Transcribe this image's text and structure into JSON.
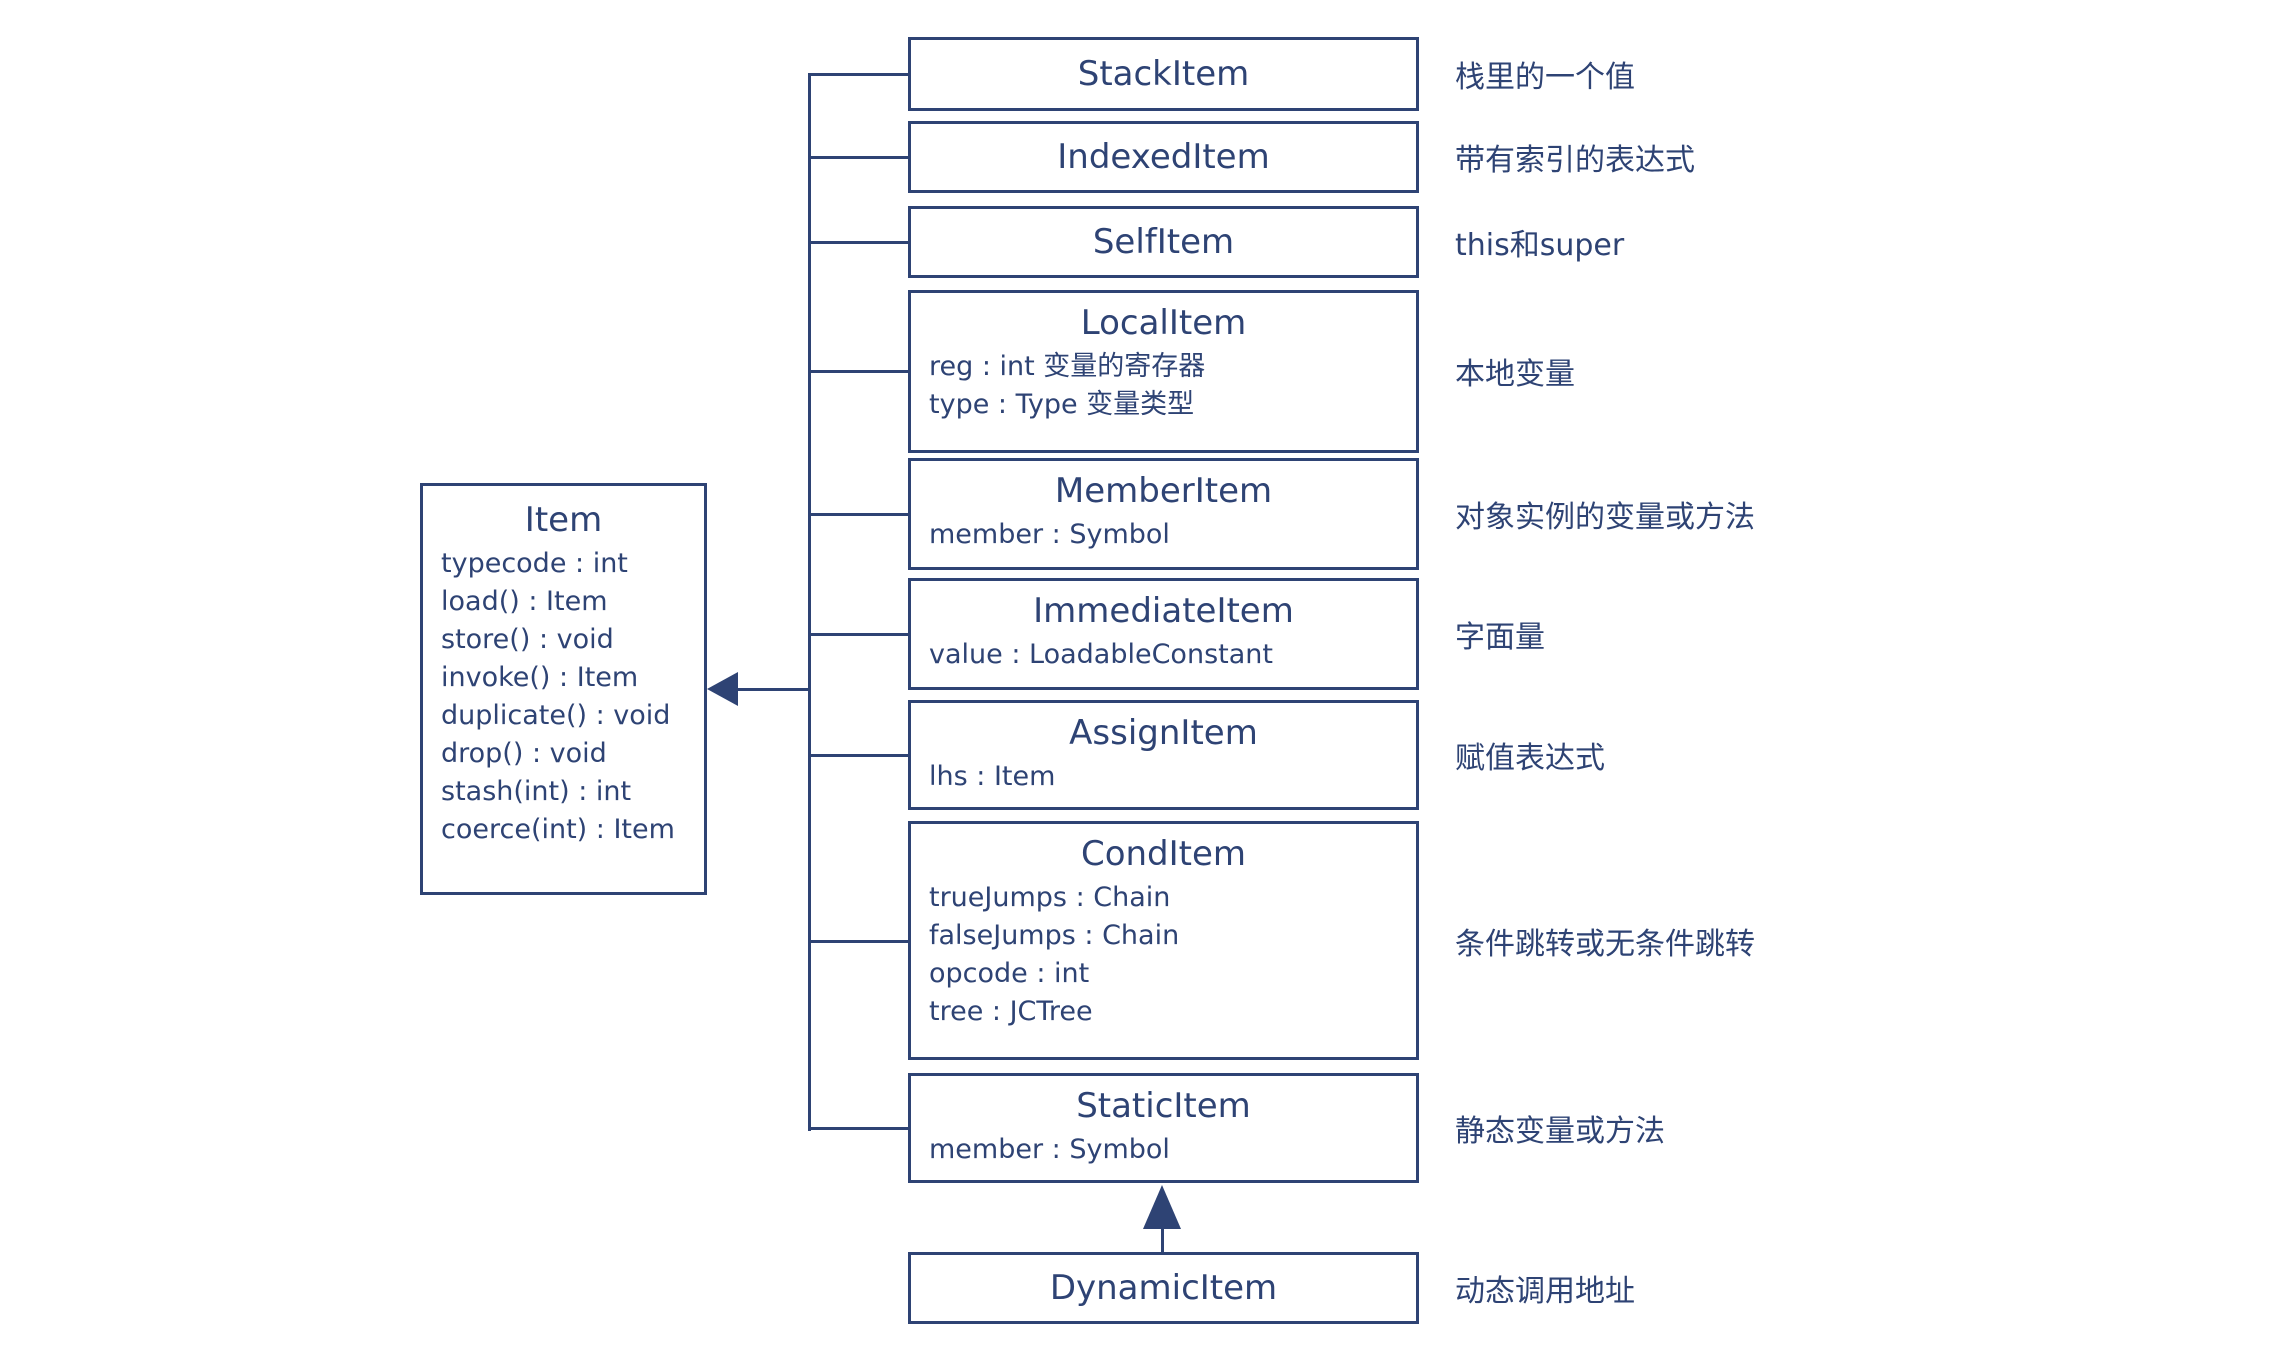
{
  "colors": {
    "ink": "#2e4374",
    "background": "#ffffff"
  },
  "base_class": {
    "name": "Item",
    "members": [
      "typecode : int",
      "load() : Item",
      "store() : void",
      "invoke() : Item",
      "duplicate() : void",
      "drop() : void",
      "stash(int) : int",
      "coerce(int) : Item"
    ]
  },
  "subclasses": [
    {
      "name": "StackItem",
      "parent": "Item",
      "members": [],
      "annotation": "栈里的一个值"
    },
    {
      "name": "IndexedItem",
      "parent": "Item",
      "members": [],
      "annotation": "带有索引的表达式"
    },
    {
      "name": "SelfItem",
      "parent": "Item",
      "members": [],
      "annotation": "this和super"
    },
    {
      "name": "LocalItem",
      "parent": "Item",
      "members": [
        "reg : int 变量的寄存器",
        "type : Type 变量类型"
      ],
      "annotation": "本地变量"
    },
    {
      "name": "MemberItem",
      "parent": "Item",
      "members": [
        "member : Symbol"
      ],
      "annotation": "对象实例的变量或方法"
    },
    {
      "name": "ImmediateItem",
      "parent": "Item",
      "members": [
        "value : LoadableConstant"
      ],
      "annotation": "字面量"
    },
    {
      "name": "AssignItem",
      "parent": "Item",
      "members": [
        "lhs : Item"
      ],
      "annotation": "赋值表达式"
    },
    {
      "name": "CondItem",
      "parent": "Item",
      "members": [
        "trueJumps : Chain",
        "falseJumps : Chain",
        "opcode : int",
        "tree : JCTree"
      ],
      "annotation": "条件跳转或无条件跳转"
    },
    {
      "name": "StaticItem",
      "parent": "Item",
      "members": [
        "member : Symbol"
      ],
      "annotation": "静态变量或方法"
    }
  ],
  "dynamic_class": {
    "name": "DynamicItem",
    "parent": "StaticItem",
    "members": [],
    "annotation": "动态调用地址"
  }
}
